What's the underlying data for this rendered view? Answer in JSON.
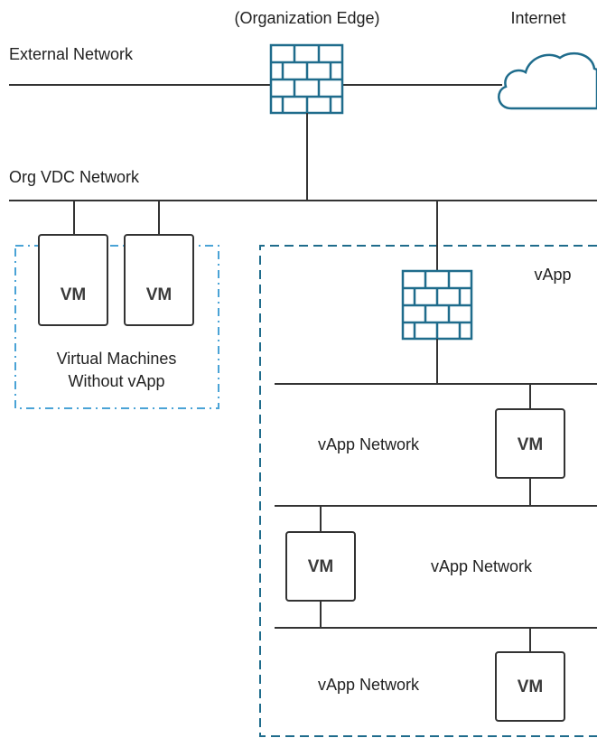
{
  "labels": {
    "org_edge": "(Organization Edge)",
    "internet": "Internet",
    "external_network": "External Network",
    "org_vdc_network": "Org VDC Network",
    "vapp": "vApp",
    "vms_without_vapp_line1": "Virtual Machines",
    "vms_without_vapp_line2": "Without vApp",
    "vapp_network_1": "vApp Network",
    "vapp_network_2": "vApp Network",
    "vapp_network_3": "vApp Network"
  },
  "vms": {
    "standalone_1": "VM",
    "standalone_2": "VM",
    "vapp_1": "VM",
    "vapp_2": "VM",
    "vapp_3": "VM"
  },
  "colors": {
    "firewall": "#1f6c8c",
    "vms_without_vapp_border": "#4aa3d6",
    "vapp_border": "#1f6c8c",
    "lines": "#333333"
  },
  "icons": {
    "edge_firewall": "firewall-icon",
    "vapp_firewall": "firewall-icon",
    "internet": "cloud-icon"
  }
}
